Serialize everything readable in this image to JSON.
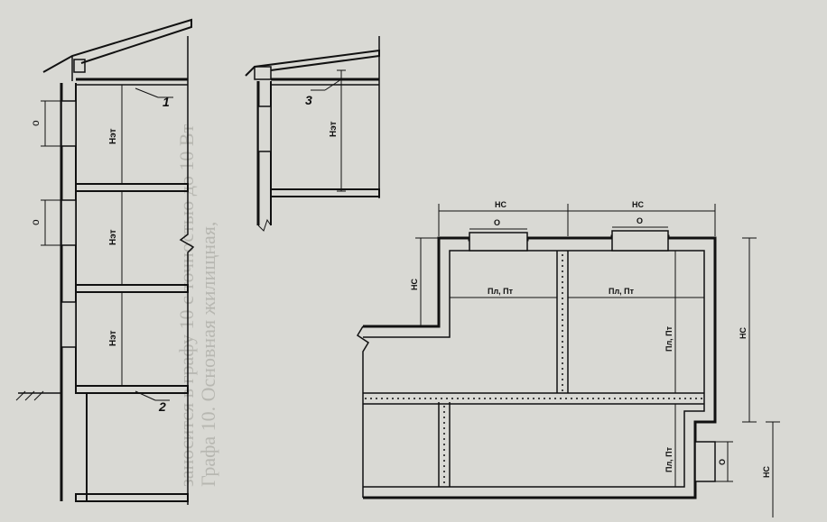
{
  "figure": {
    "elevation_labels": {
      "floor_height": "Нэт",
      "window_height": "о"
    },
    "callouts": [
      "1",
      "2",
      "3"
    ],
    "plan_labels": {
      "outer_dim": "НС",
      "opening": "О",
      "room_dim": "Пл, Пт"
    }
  },
  "ghost_text": {
    "line1": "Графа 10. Основная жилищная,",
    "line2": "заносится в графу 10 с точностью до 10 Вт"
  }
}
